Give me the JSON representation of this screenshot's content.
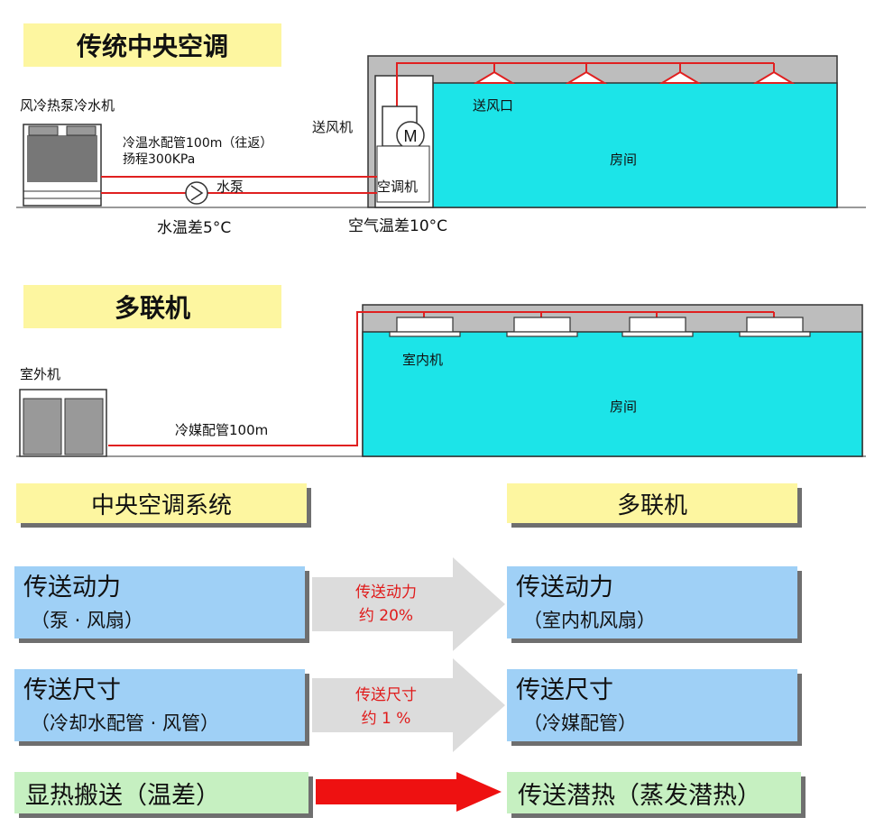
{
  "section1": {
    "title": "传统中央空调",
    "chiller_label": "风冷热泵冷水机",
    "pipe_note_1": "冷温水配管100m（往返）",
    "pipe_note_2": "扬程300KPa",
    "pump_label": "水泵",
    "water_temp_diff": "水温差5°C",
    "fan_label": "送风机",
    "ahu_label": "空调机",
    "air_temp_diff": "空气温差10°C",
    "outlet_label": "送风口",
    "room_label": "房间",
    "motor_letter": "M"
  },
  "section2": {
    "title": "多联机",
    "outdoor_label": "室外机",
    "refrigerant_pipe": "冷媒配管100m",
    "indoor_label": "室内机",
    "room_label": "房间"
  },
  "comparison": {
    "left_header": "中央空调系统",
    "right_header": "多联机",
    "rows": [
      {
        "left_title": "传送动力",
        "left_sub": "（泵 · 风扇）",
        "arrow_line1": "传送动力",
        "arrow_line2": "约 20%",
        "right_title": "传送动力",
        "right_sub": "（室内机风扇）"
      },
      {
        "left_title": "传送尺寸",
        "left_sub": "（冷却水配管 · 风管）",
        "arrow_line1": "传送尺寸",
        "arrow_line2": "约 1 %",
        "right_title": "传送尺寸",
        "right_sub": "（冷媒配管）"
      },
      {
        "left_title": "显热搬送（温差）",
        "right_title": "传送潜热（蒸发潜热）"
      }
    ]
  },
  "colors": {
    "room": "#1ce4e8",
    "ceiling": "#b9b9b9",
    "pipe": "#e02020",
    "title_bg": "#fdf6a0",
    "blue_box": "#9fd0f6",
    "green_box": "#c6f0c1",
    "red_arrow": "#ee1111",
    "grey_arrow": "#dcdcdc"
  }
}
